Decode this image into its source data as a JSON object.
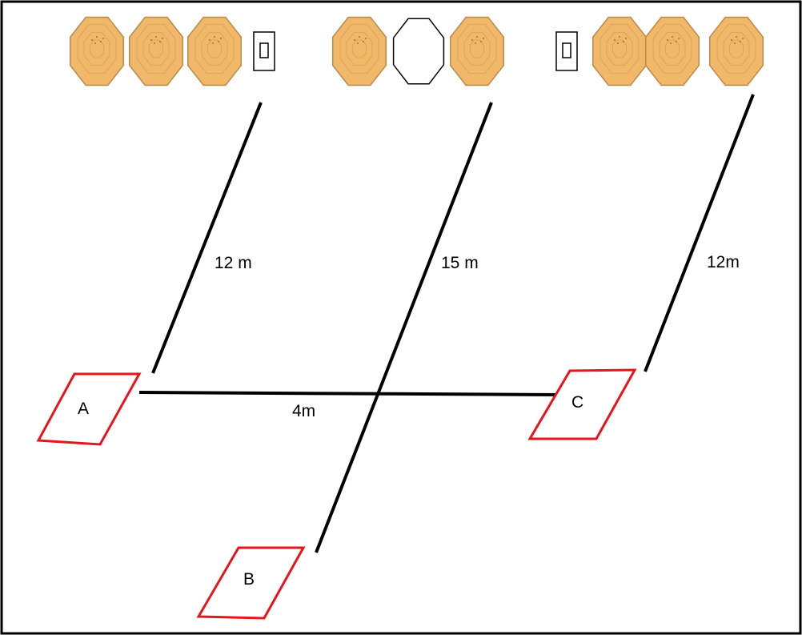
{
  "colors": {
    "background": "#ffffff",
    "frame": "#000000",
    "lines": "#000000",
    "target_fill": "#f0b868",
    "target_stroke": "#b98a4d",
    "no_shoot_fill": "#ffffff",
    "box_stroke": "#e8141c",
    "text": "#000000"
  },
  "targets": {
    "left_group": [
      "paper-target",
      "paper-target",
      "paper-target",
      "steel-plate"
    ],
    "center_group": [
      "paper-target",
      "no-shoot-target",
      "paper-target"
    ],
    "right_group": [
      "steel-plate",
      "paper-target",
      "paper-target",
      "paper-target"
    ]
  },
  "shooting_boxes": {
    "a": "A",
    "b": "B",
    "c": "C"
  },
  "distances": {
    "left": "12 m",
    "center": "15 m",
    "right": "12m",
    "a_to_c": "4m"
  }
}
